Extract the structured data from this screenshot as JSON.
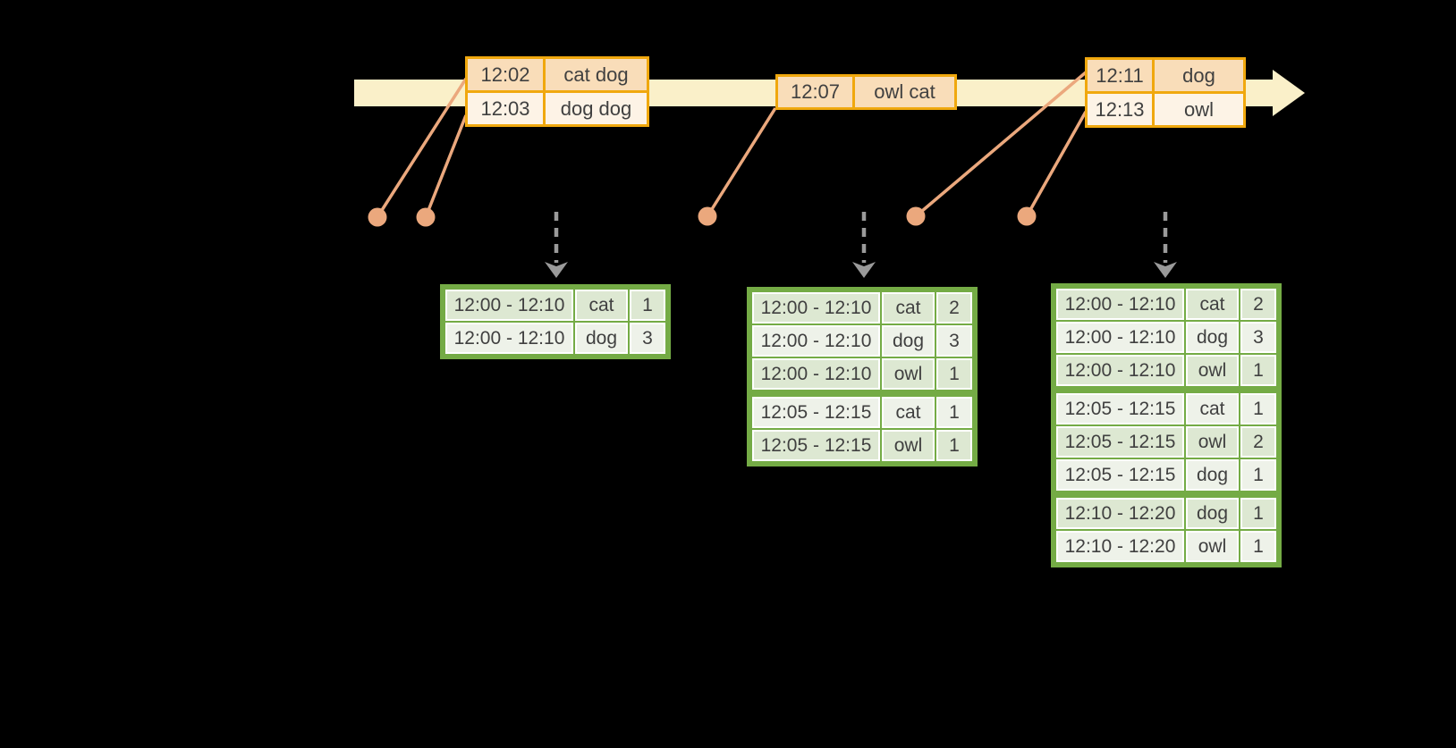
{
  "colors": {
    "background": "#000000",
    "timeline_band": "#faf0c9",
    "orange_border": "#f0a80e",
    "orange_row_dark": "#f9ddb9",
    "orange_row_light": "#fdf3e6",
    "connector_salmon": "#eba87d",
    "green_border": "#74ab45",
    "green_row_dark": "#dde8d2",
    "green_row_light": "#eef2e9",
    "dashed_arrow_gray": "#9a9a9a",
    "text": "#404040"
  },
  "timeline": {
    "events": [
      {
        "rows": [
          {
            "time": "12:02",
            "words": "cat dog"
          },
          {
            "time": "12:03",
            "words": "dog dog"
          }
        ]
      },
      {
        "rows": [
          {
            "time": "12:07",
            "words": "owl cat"
          }
        ]
      },
      {
        "rows": [
          {
            "time": "12:11",
            "words": "dog"
          },
          {
            "time": "12:13",
            "words": "owl"
          }
        ]
      }
    ]
  },
  "results": {
    "tables": [
      {
        "rows": [
          {
            "window": "12:00 - 12:10",
            "word": "cat",
            "count": "1"
          },
          {
            "window": "12:00 - 12:10",
            "word": "dog",
            "count": "3"
          }
        ]
      },
      {
        "rows": [
          {
            "window": "12:00 - 12:10",
            "word": "cat",
            "count": "2"
          },
          {
            "window": "12:00 - 12:10",
            "word": "dog",
            "count": "3"
          },
          {
            "window": "12:00 - 12:10",
            "word": "owl",
            "count": "1"
          },
          {
            "window": "12:05 - 12:15",
            "word": "cat",
            "count": "1"
          },
          {
            "window": "12:05 - 12:15",
            "word": "owl",
            "count": "1"
          }
        ]
      },
      {
        "rows": [
          {
            "window": "12:00 - 12:10",
            "word": "cat",
            "count": "2"
          },
          {
            "window": "12:00 - 12:10",
            "word": "dog",
            "count": "3"
          },
          {
            "window": "12:00 - 12:10",
            "word": "owl",
            "count": "1"
          },
          {
            "window": "12:05 - 12:15",
            "word": "cat",
            "count": "1"
          },
          {
            "window": "12:05 - 12:15",
            "word": "owl",
            "count": "2"
          },
          {
            "window": "12:05 - 12:15",
            "word": "dog",
            "count": "1"
          },
          {
            "window": "12:10 - 12:20",
            "word": "dog",
            "count": "1"
          },
          {
            "window": "12:10 - 12:20",
            "word": "owl",
            "count": "1"
          }
        ]
      }
    ]
  }
}
